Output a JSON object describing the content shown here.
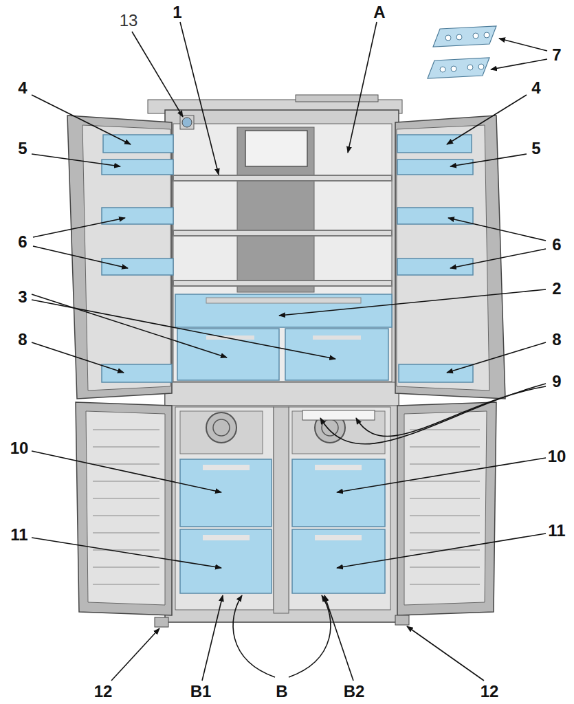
{
  "diagram": {
    "labels": [
      "13",
      "1",
      "A",
      "7",
      "4",
      "4",
      "5",
      "5",
      "6",
      "6",
      "3",
      "2",
      "8",
      "8",
      "9",
      "10",
      "10",
      "11",
      "11",
      "12",
      "B1",
      "B",
      "B2",
      "12"
    ]
  }
}
